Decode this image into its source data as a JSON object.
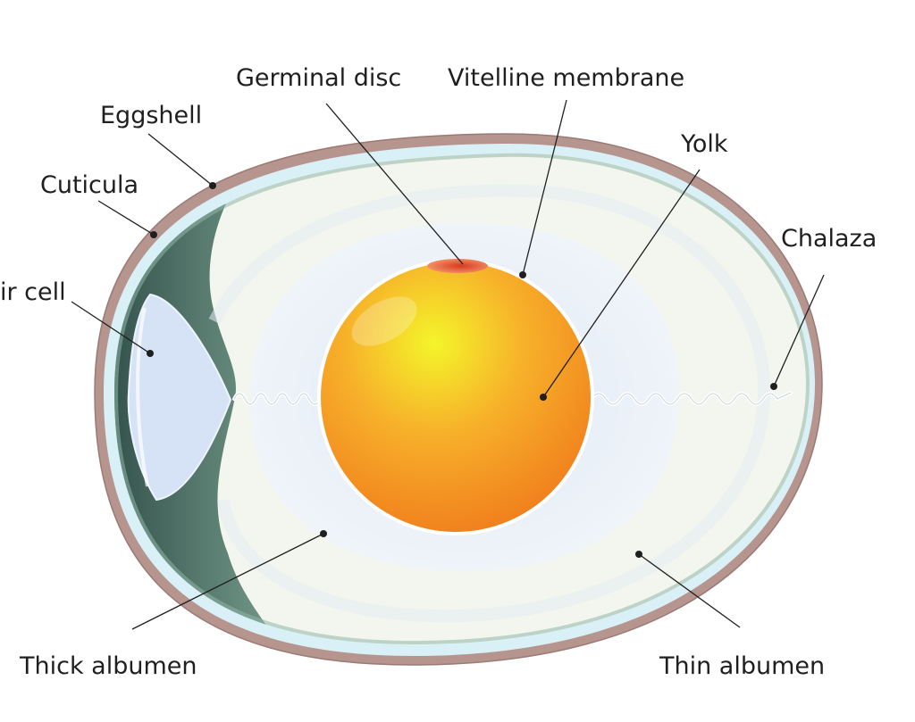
{
  "labels": {
    "germinal_disc": "Germinal disc",
    "vitelline_membrane": "Vitelline membrane",
    "eggshell": "Eggshell",
    "yolk": "Yolk",
    "cuticula": "Cuticula",
    "chalaza": "Chalaza",
    "air_cell": "ir cell",
    "thick_albumen": "Thick albumen",
    "thin_albumen": "Thin albumen"
  },
  "colors": {
    "shell": "#b7958f",
    "cuticula": "#d9f1f6",
    "air_cell": "#d6e3f6",
    "membrane_shadow": "#4f7a6c",
    "thin_albumen": "#f3f6ef",
    "thick_albumen": "#e9f0f9",
    "yolk_light": "#f4f52a",
    "yolk_dark": "#f2811c",
    "germinal_disc": "#e2482c"
  }
}
